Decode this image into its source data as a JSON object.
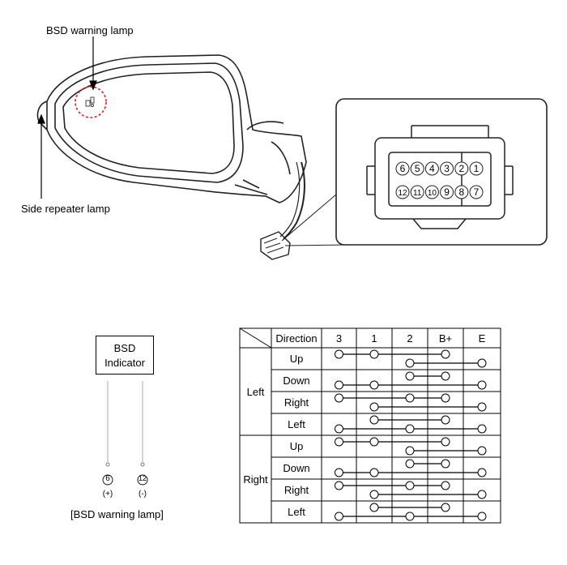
{
  "labels": {
    "bsd_warning_lamp": "BSD warning lamp",
    "side_repeater_lamp": "Side repeater lamp",
    "bsd_indicator_line1": "BSD",
    "bsd_indicator_line2": "Indicator",
    "pin_plus": "6",
    "pin_minus": "12",
    "plus_sign": "(+)",
    "minus_sign": "(-)",
    "caption": "[BSD warning lamp]"
  },
  "connector": {
    "top_row": [
      "6",
      "5",
      "4",
      "3",
      "2",
      "1"
    ],
    "bottom_row": [
      "12",
      "11",
      "10",
      "9",
      "8",
      "7"
    ]
  },
  "table": {
    "header": [
      "Direction",
      "3",
      "1",
      "2",
      "B+",
      "E"
    ],
    "groups": [
      {
        "name": "Left",
        "rows": [
          {
            "direction": "Up",
            "links": [
              [
                0,
                1,
                3
              ],
              [
                2,
                4
              ]
            ]
          },
          {
            "direction": "Down",
            "links": [
              [
                2,
                3
              ],
              [
                0,
                1,
                4
              ]
            ]
          },
          {
            "direction": "Right",
            "links": [
              [
                0,
                2,
                3
              ],
              [
                1,
                4
              ]
            ]
          },
          {
            "direction": "Left",
            "links": [
              [
                1,
                3
              ],
              [
                0,
                2,
                4
              ]
            ]
          }
        ]
      },
      {
        "name": "Right",
        "rows": [
          {
            "direction": "Up",
            "links": [
              [
                0,
                1,
                3
              ],
              [
                2,
                4
              ]
            ]
          },
          {
            "direction": "Down",
            "links": [
              [
                2,
                3
              ],
              [
                0,
                1,
                4
              ]
            ]
          },
          {
            "direction": "Right",
            "links": [
              [
                0,
                2,
                3
              ],
              [
                1,
                4
              ]
            ]
          },
          {
            "direction": "Left",
            "links": [
              [
                1,
                3
              ],
              [
                0,
                2,
                4
              ]
            ]
          }
        ]
      }
    ]
  }
}
